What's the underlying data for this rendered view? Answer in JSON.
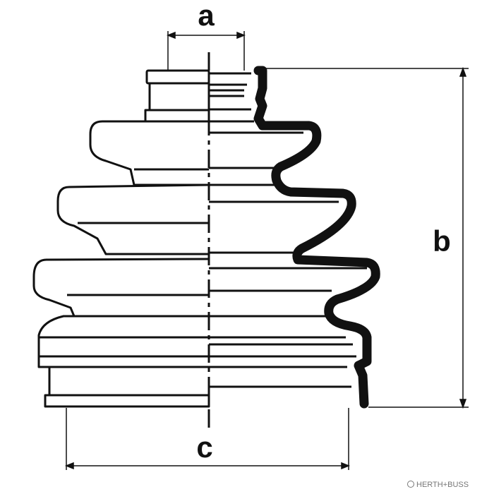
{
  "dimensions": {
    "a": "a",
    "b": "b",
    "c": "c"
  },
  "brand": {
    "name": "HERTH+BUSS"
  },
  "colors": {
    "line": "#111111",
    "background": "#ffffff",
    "logo": "#777777"
  }
}
